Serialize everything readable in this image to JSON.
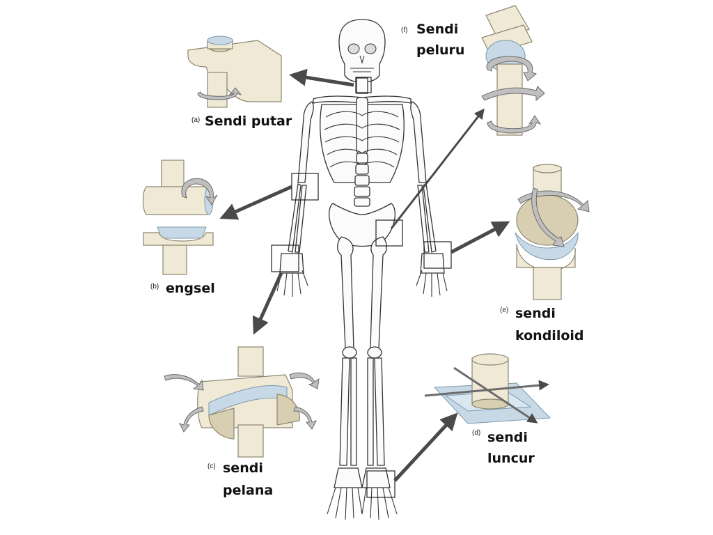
{
  "joints": [
    {
      "id": "a",
      "letter": "(a)",
      "lines": [
        "Sendi putar"
      ]
    },
    {
      "id": "b",
      "letter": "(b)",
      "lines": [
        "engsel"
      ]
    },
    {
      "id": "c",
      "letter": "(c)",
      "lines": [
        "sendi",
        "pelana"
      ]
    },
    {
      "id": "d",
      "letter": "(d)",
      "lines": [
        "sendi",
        "luncur"
      ]
    },
    {
      "id": "e",
      "letter": "(e)",
      "lines": [
        "sendi",
        "kondiloid"
      ]
    },
    {
      "id": "f",
      "letter": "(f)",
      "lines": [
        "Sendi",
        "peluru"
      ]
    }
  ],
  "colors": {
    "bone": "#efe9d6",
    "cartilage": "#c7d9e6",
    "arrow": "#4a4a4a"
  }
}
